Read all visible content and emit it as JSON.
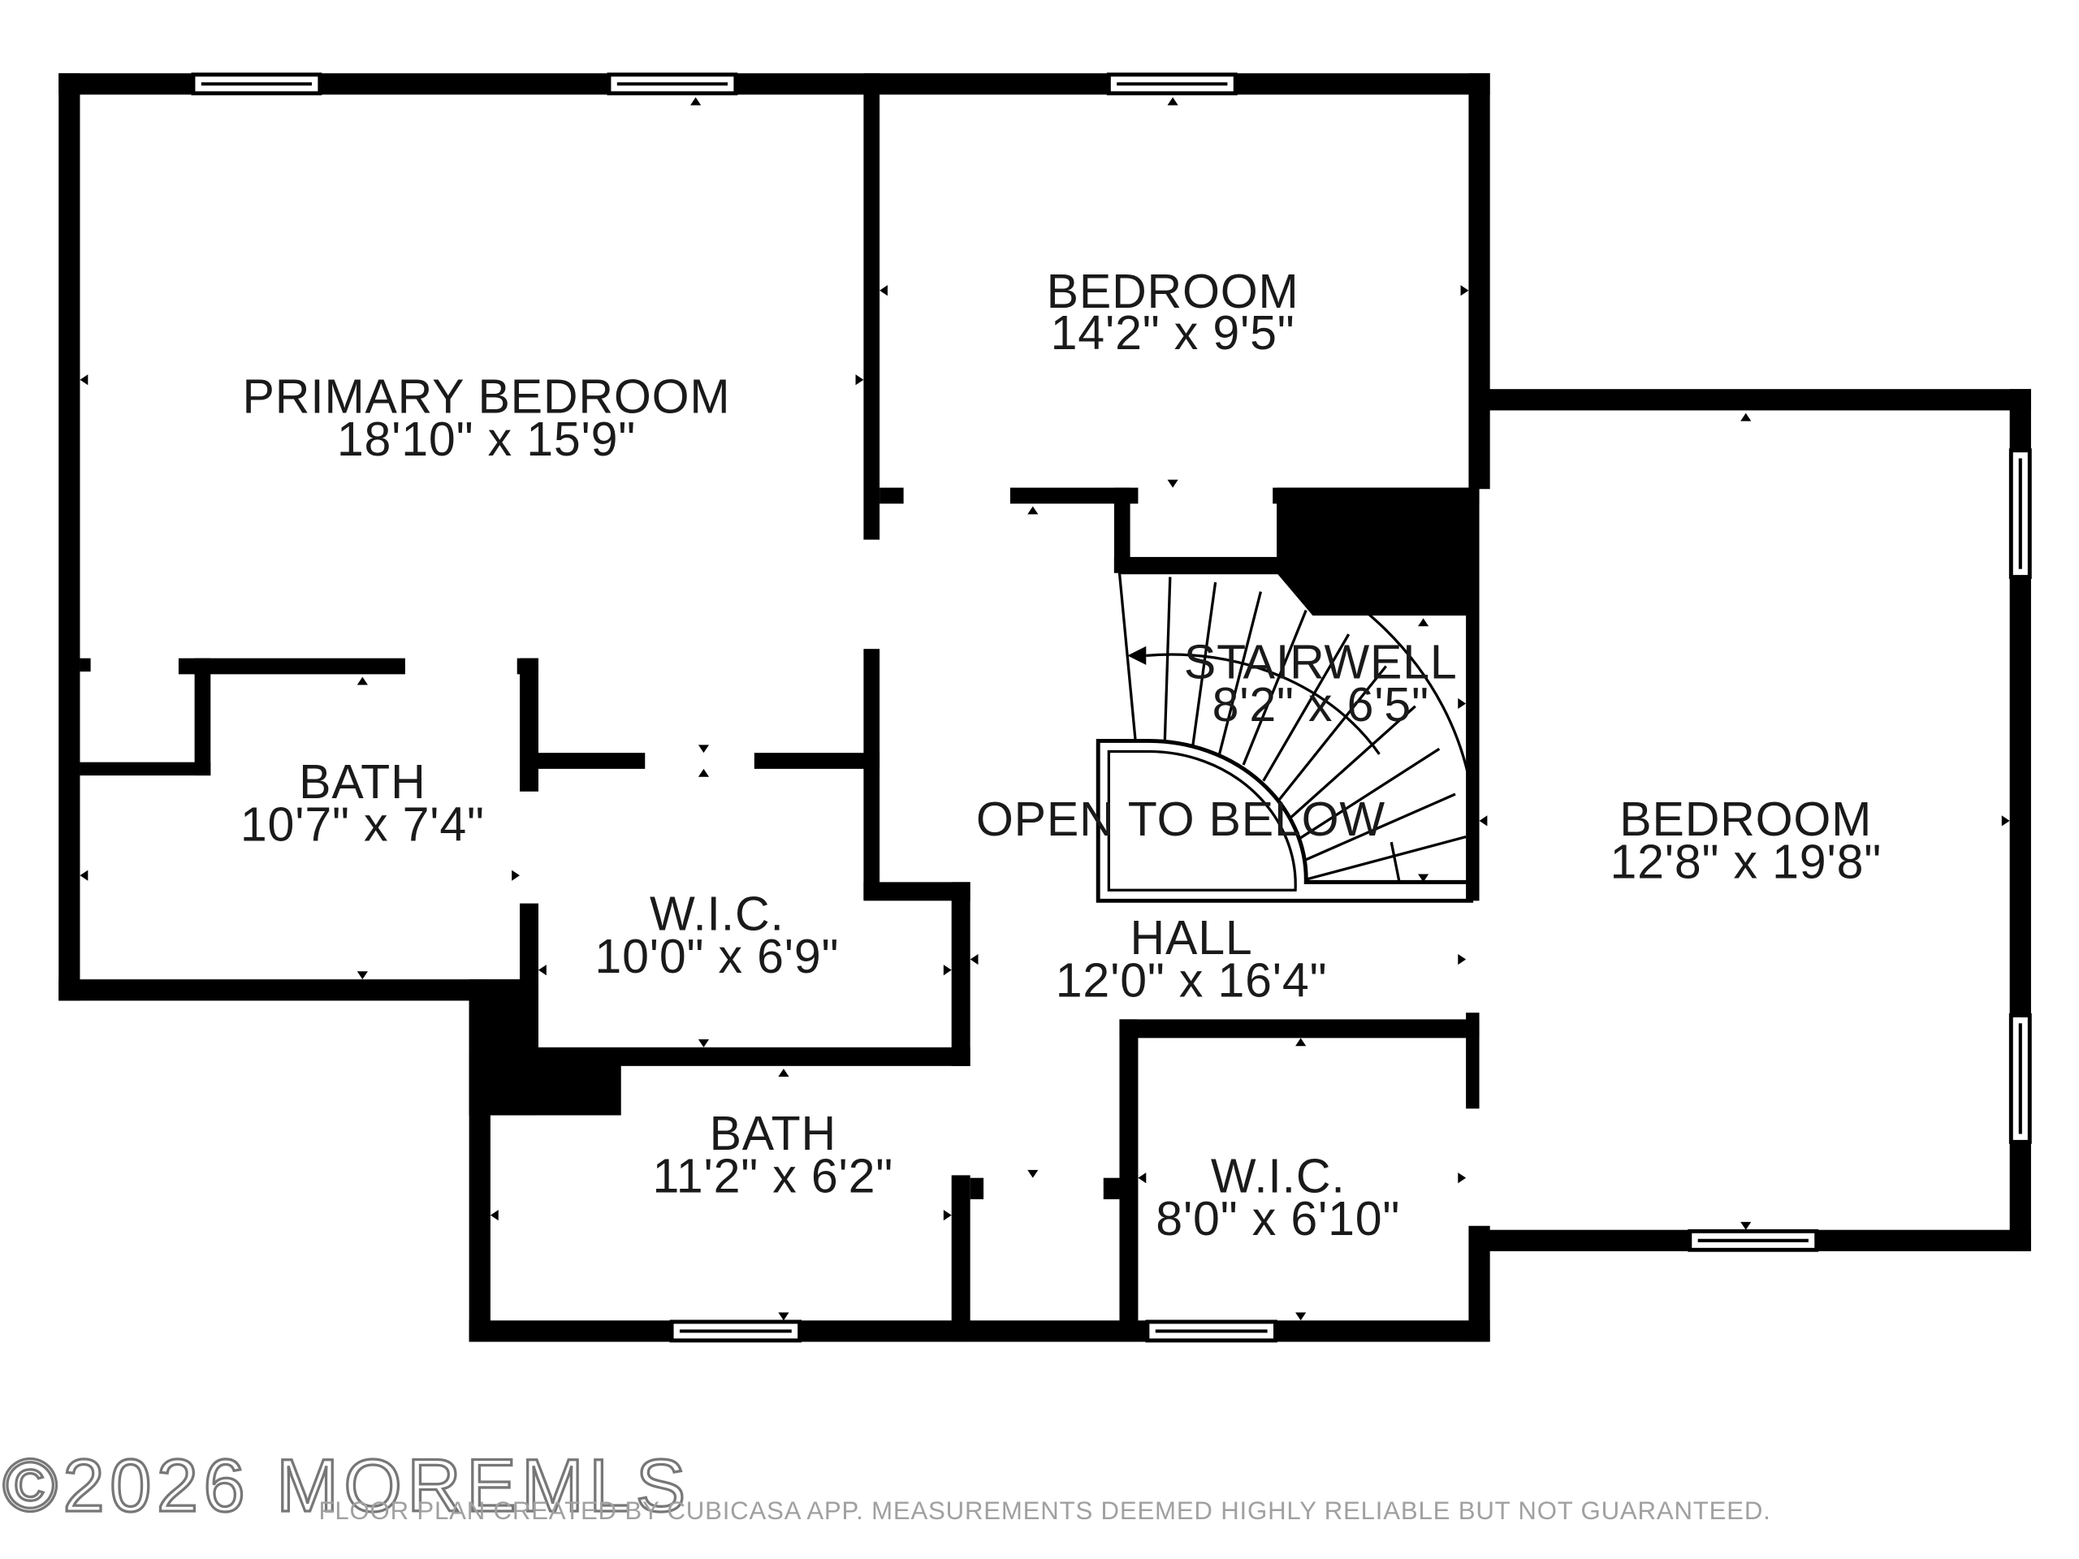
{
  "rooms": {
    "primary_bedroom": {
      "name": "PRIMARY BEDROOM",
      "dims": "18'10\" x 15'9\""
    },
    "bedroom_top": {
      "name": "BEDROOM",
      "dims": "14'2\" x 9'5\""
    },
    "bedroom_right": {
      "name": "BEDROOM",
      "dims": "12'8\" x 19'8\""
    },
    "bath_left": {
      "name": "BATH",
      "dims": "10'7\" x 7'4\""
    },
    "wic_center": {
      "name": "W.I.C.",
      "dims": "10'0\" x 6'9\""
    },
    "bath_bottom": {
      "name": "BATH",
      "dims": "11'2\" x 6'2\""
    },
    "stairwell": {
      "name": "STAIRWELL",
      "dims": "8'2\" x 6'5\""
    },
    "open_to_below": {
      "name": "OPEN TO BELOW"
    },
    "hall": {
      "name": "HALL",
      "dims": "12'0\" x 16'4\""
    },
    "wic_bottom": {
      "name": "W.I.C.",
      "dims": "8'0\" x 6'10\""
    }
  },
  "footer": {
    "watermark": "©2026 MOREMLS",
    "disclaimer": "FLOOR PLAN CREATED BY CUBICASA APP. MEASUREMENTS DEEMED HIGHLY RELIABLE BUT NOT GUARANTEED."
  }
}
